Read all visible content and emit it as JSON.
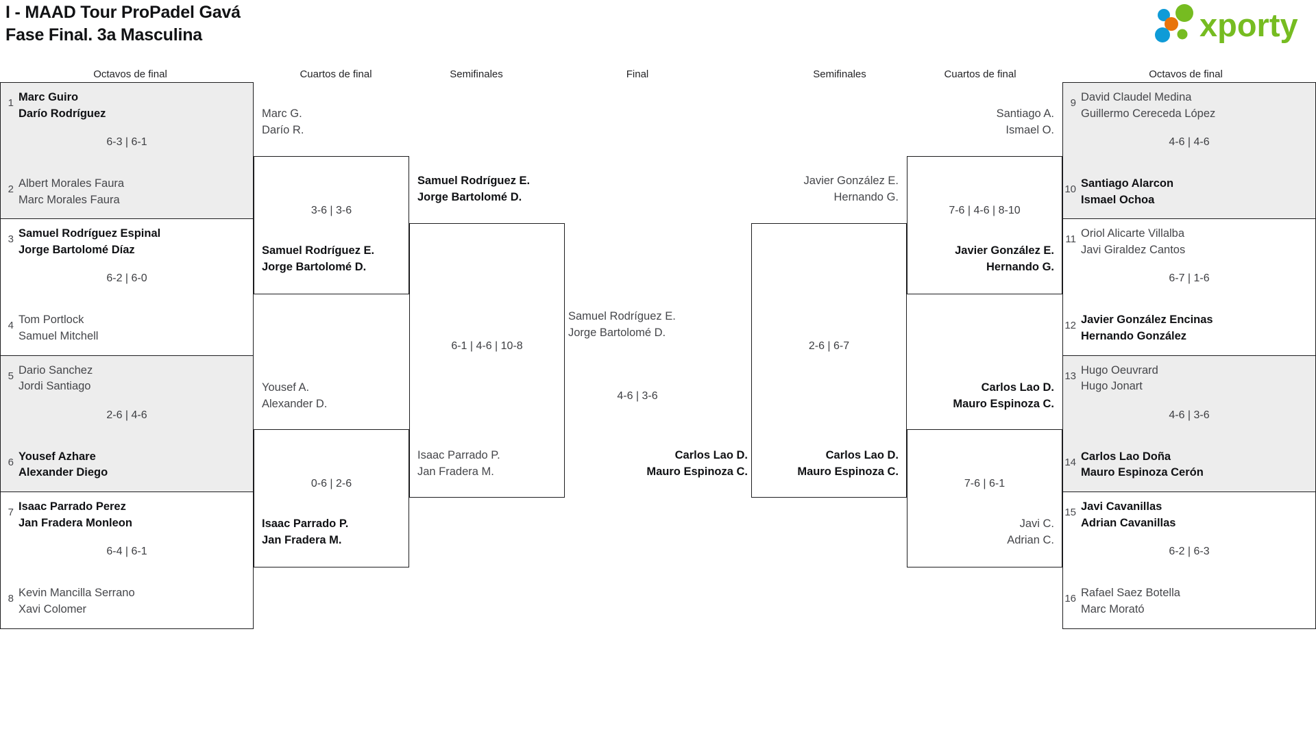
{
  "header": {
    "title_line1": "I - MAAD Tour ProPadel Gavá",
    "title_line2": "Fase Final. 3a Masculina",
    "logo_text": "xporty",
    "logo_colors": {
      "green": "#76bc21",
      "blue": "#0f9bd7",
      "orange": "#e8730c"
    }
  },
  "columns": [
    {
      "label": "Octavos de final"
    },
    {
      "label": "Cuartos de final"
    },
    {
      "label": "Semifinales"
    },
    {
      "label": "Final"
    },
    {
      "label": "Semifinales"
    },
    {
      "label": "Cuartos de final"
    },
    {
      "label": "Octavos de final"
    }
  ],
  "left": {
    "r16": [
      {
        "score": "6-3 | 6-1",
        "shaded": true,
        "top": {
          "seed": "1",
          "p1": "Marc Guiro",
          "p2": "Darío Rodríguez",
          "winner": true
        },
        "bottom": {
          "seed": "2",
          "p1": "Albert Morales Faura",
          "p2": "Marc Morales Faura",
          "winner": false
        }
      },
      {
        "score": "6-2 | 6-0",
        "shaded": false,
        "top": {
          "seed": "3",
          "p1": "Samuel Rodríguez Espinal",
          "p2": "Jorge Bartolomé Díaz",
          "winner": true
        },
        "bottom": {
          "seed": "4",
          "p1": "Tom Portlock",
          "p2": "Samuel Mitchell",
          "winner": false
        }
      },
      {
        "score": "2-6 | 4-6",
        "shaded": true,
        "top": {
          "seed": "5",
          "p1": "Dario Sanchez",
          "p2": "Jordi Santiago",
          "winner": false
        },
        "bottom": {
          "seed": "6",
          "p1": "Yousef Azhare",
          "p2": "Alexander Diego",
          "winner": true
        }
      },
      {
        "score": "6-4 | 6-1",
        "shaded": false,
        "top": {
          "seed": "7",
          "p1": "Isaac Parrado Perez",
          "p2": "Jan Fradera Monleon",
          "winner": true
        },
        "bottom": {
          "seed": "8",
          "p1": "Kevin Mancilla Serrano",
          "p2": "Xavi Colomer",
          "winner": false
        }
      }
    ],
    "qf": [
      {
        "score": "3-6 | 3-6",
        "top": {
          "p1": "Marc G.",
          "p2": "Darío R.",
          "winner": false
        },
        "bottom": {
          "p1": "Samuel Rodríguez E.",
          "p2": "Jorge Bartolomé D.",
          "winner": true
        }
      },
      {
        "score": "0-6 | 2-6",
        "top": {
          "p1": "Yousef A.",
          "p2": "Alexander D.",
          "winner": false
        },
        "bottom": {
          "p1": "Isaac Parrado P.",
          "p2": "Jan Fradera M.",
          "winner": true
        }
      }
    ],
    "sf": [
      {
        "score": "6-1 | 4-6 | 10-8",
        "top": {
          "p1": "Samuel Rodríguez E.",
          "p2": "Jorge Bartolomé D.",
          "winner": true
        },
        "bottom": {
          "p1": "Isaac Parrado P.",
          "p2": "Jan Fradera M.",
          "winner": false
        }
      }
    ]
  },
  "right": {
    "r16": [
      {
        "score": "4-6 | 4-6",
        "shaded": true,
        "top": {
          "seed": "9",
          "p1": "David Claudel Medina",
          "p2": "Guillermo Cereceda López",
          "winner": false
        },
        "bottom": {
          "seed": "10",
          "p1": "Santiago Alarcon",
          "p2": "Ismael Ochoa",
          "winner": true
        }
      },
      {
        "score": "6-7 | 1-6",
        "shaded": false,
        "top": {
          "seed": "11",
          "p1": "Oriol Alicarte Villalba",
          "p2": "Javi Giraldez Cantos",
          "winner": false
        },
        "bottom": {
          "seed": "12",
          "p1": "Javier González Encinas",
          "p2": "Hernando González",
          "winner": true
        }
      },
      {
        "score": "4-6 | 3-6",
        "shaded": true,
        "top": {
          "seed": "13",
          "p1": "Hugo Oeuvrard",
          "p2": "Hugo Jonart",
          "winner": false
        },
        "bottom": {
          "seed": "14",
          "p1": "Carlos Lao Doña",
          "p2": "Mauro Espinoza Cerón",
          "winner": true
        }
      },
      {
        "score": "6-2 | 6-3",
        "shaded": false,
        "top": {
          "seed": "15",
          "p1": "Javi Cavanillas",
          "p2": "Adrian Cavanillas",
          "winner": true
        },
        "bottom": {
          "seed": "16",
          "p1": "Rafael Saez Botella",
          "p2": "Marc Morató",
          "winner": false
        }
      }
    ],
    "qf": [
      {
        "score": "7-6 | 4-6 | 8-10",
        "top": {
          "p1": "Santiago A.",
          "p2": "Ismael O.",
          "winner": false
        },
        "bottom": {
          "p1": "Javier González E.",
          "p2": "Hernando G.",
          "winner": true
        }
      },
      {
        "score": "7-6 | 6-1",
        "top": {
          "p1": "Carlos Lao D.",
          "p2": "Mauro Espinoza C.",
          "winner": true
        },
        "bottom": {
          "p1": "Javi C.",
          "p2": "Adrian C.",
          "winner": false
        }
      }
    ],
    "sf": [
      {
        "score": "2-6 | 6-7",
        "top": {
          "p1": "Javier González E.",
          "p2": "Hernando G.",
          "winner": false
        },
        "bottom": {
          "p1": "Carlos Lao D.",
          "p2": "Mauro Espinoza C.",
          "winner": true
        }
      }
    ]
  },
  "final": {
    "score": "4-6 | 3-6",
    "top": {
      "p1": "Samuel Rodríguez E.",
      "p2": "Jorge Bartolomé D.",
      "winner": false
    },
    "bottom": {
      "p1": "Carlos Lao D.",
      "p2": "Mauro Espinoza C.",
      "winner": true
    }
  }
}
